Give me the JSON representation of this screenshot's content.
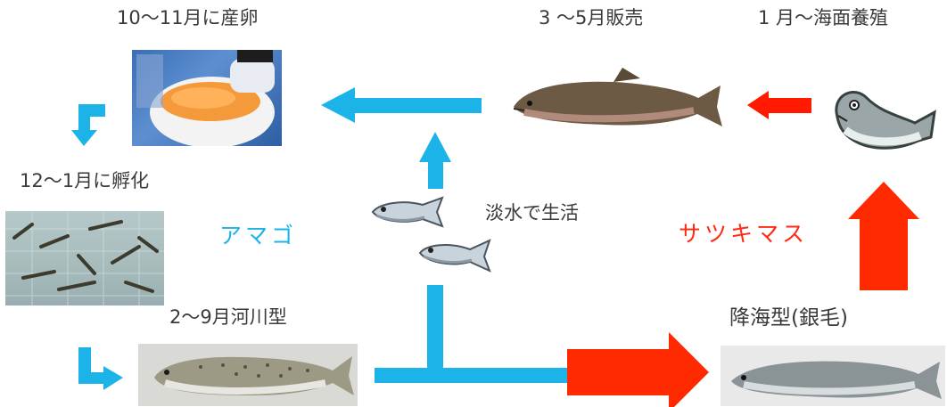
{
  "diagram": {
    "labels": {
      "spawning": "10～11月に産卵",
      "hatching": "12～1月に孵化",
      "river_type": "2～9月河川型",
      "sale": "3 ～5月販売",
      "sea_farming": "1 月～海面養殖",
      "freshwater_life": "淡水で生活",
      "sea_run": "降海型(銀毛)",
      "amago": "アマゴ",
      "satsukimasu": "サツキマス"
    },
    "colors": {
      "blue_arrow": "#1cb4e8",
      "red_arrow": "#ff2a00",
      "amago_text": "#1cb4e8",
      "satsukimasu_text": "#ff2a12",
      "label_text": "#3a3a3a"
    },
    "icons": [
      "fish-icon",
      "salmon-icon"
    ]
  }
}
